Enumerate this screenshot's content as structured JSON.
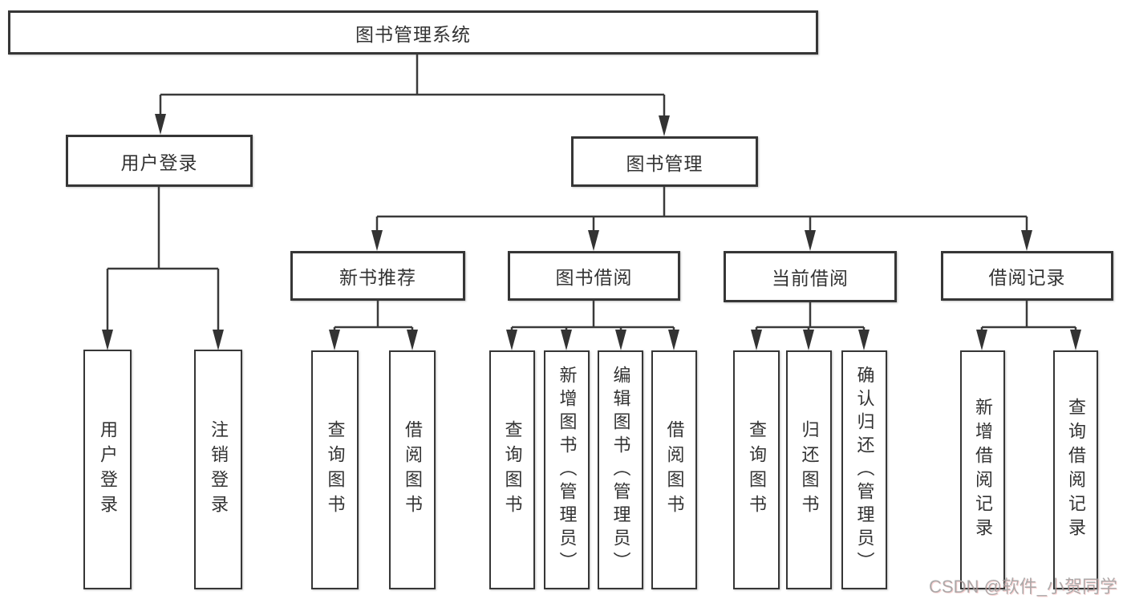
{
  "diagram": {
    "nodes": {
      "root": "图书管理系统",
      "user_login": "用户登录",
      "book_management": "图书管理",
      "new_book": "新书推荐",
      "book_borrow": "图书借阅",
      "current_borrow": "当前借阅",
      "borrow_record": "借阅记录",
      "leaf_user_login": "用户登录",
      "leaf_logout": "注销登录",
      "leaf_nb_query_book": "查询图书",
      "leaf_nb_borrow_book": "借阅图书",
      "leaf_bb_query_book": "查询图书",
      "leaf_bb_add_book_admin": "新增图书（管理员）",
      "leaf_bb_edit_book_admin": "编辑图书（管理员）",
      "leaf_bb_borrow_book": "借阅图书",
      "leaf_cb_query_book": "查询图书",
      "leaf_cb_return_book": "归还图书",
      "leaf_cb_confirm_return_admin": "确认归还（管理员）",
      "leaf_br_add_record": "新增借阅记录",
      "leaf_br_query_record": "查询借阅记录"
    },
    "watermark": "CSDN @软件_小贺同学"
  },
  "colors": {
    "line": "#3a3a3a",
    "box_border": "#363636",
    "text": "#333333",
    "watermark": "#9e9e9e",
    "background": "#ffffff"
  }
}
